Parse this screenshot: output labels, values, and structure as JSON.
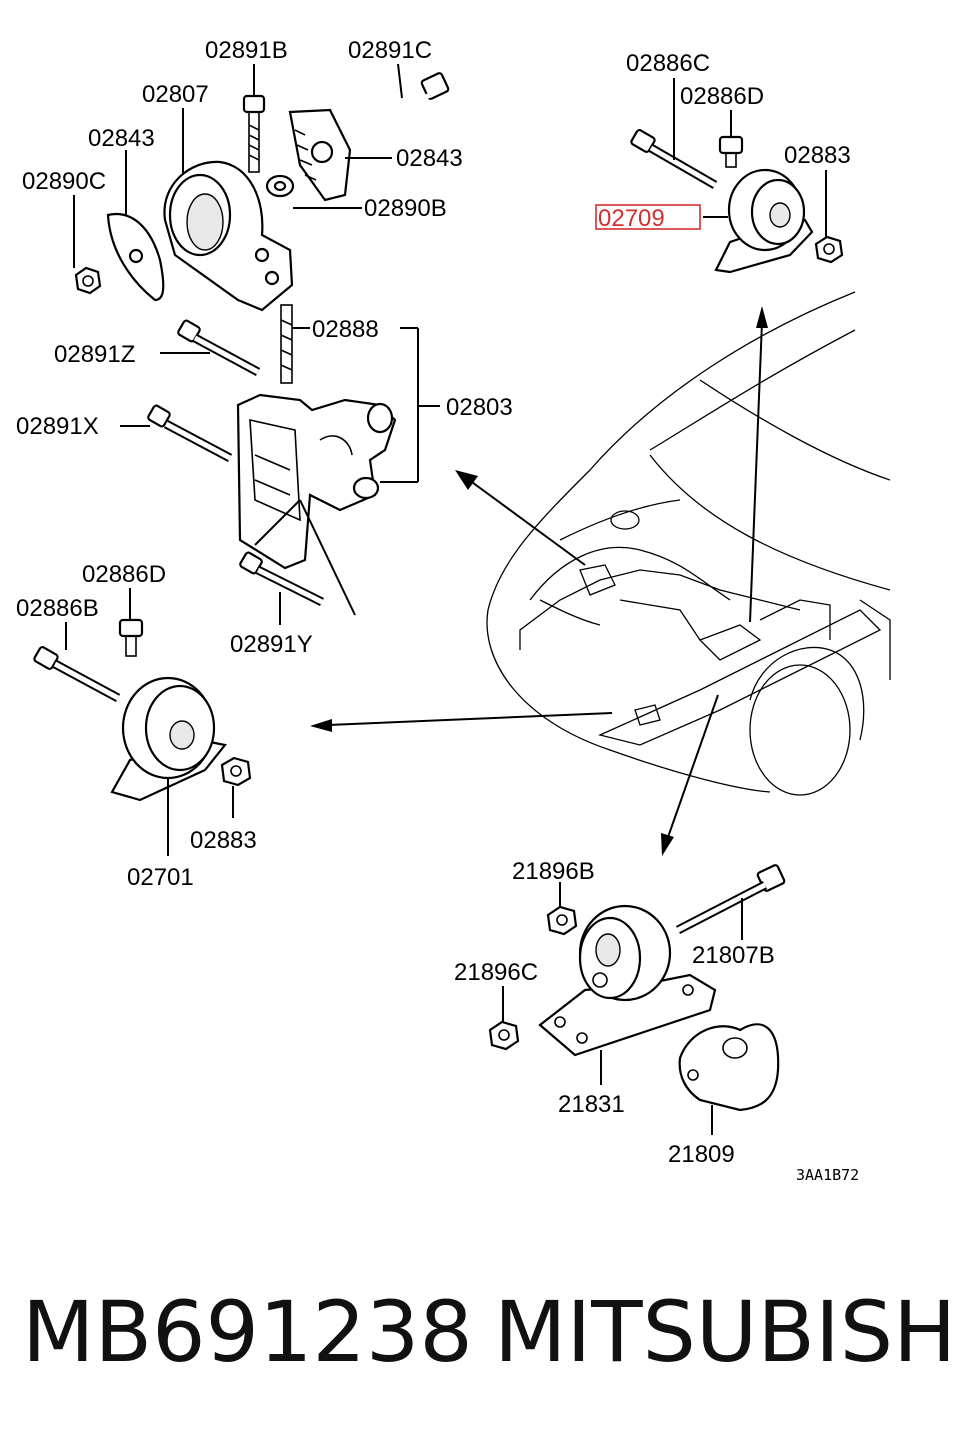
{
  "diagram": {
    "labels": {
      "l_02891B": "02891B",
      "l_02891C": "02891C",
      "l_02807": "02807",
      "l_02843a": "02843",
      "l_02843b": "02843",
      "l_02890C": "02890C",
      "l_02890B": "02890B",
      "l_02888": "02888",
      "l_02891Z": "02891Z",
      "l_02803": "02803",
      "l_02891X": "02891X",
      "l_02886D_b": "02886D",
      "l_02886B": "02886B",
      "l_02891Y": "02891Y",
      "l_02883_b": "02883",
      "l_02701": "02701",
      "l_02886C": "02886C",
      "l_02886D_a": "02886D",
      "l_02883_a": "02883",
      "l_02709": "02709",
      "l_21896B": "21896B",
      "l_21807B": "21807B",
      "l_21896C": "21896C",
      "l_21831": "21831",
      "l_21809": "21809"
    },
    "drawing_code": "3AA1B72",
    "highlight_color": "#d32f2f",
    "highlighted_part": "02709"
  },
  "footer": {
    "part_number": "MB691238",
    "brand": "MITSUBISHI"
  }
}
